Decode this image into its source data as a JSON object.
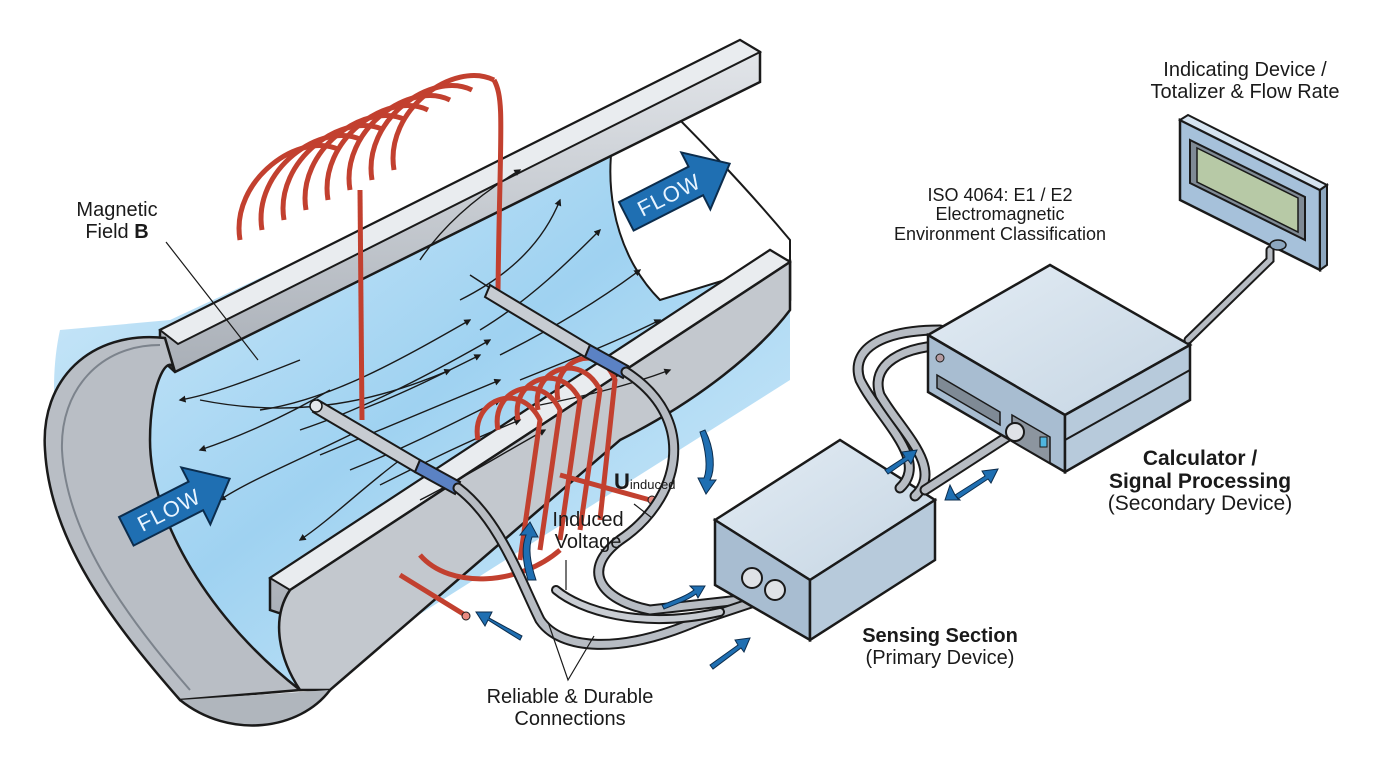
{
  "title": "Electromagnetic Flow Meter Schematic",
  "colors": {
    "pipe_metal": "#c9cdd3",
    "pipe_shadow": "#9ea4ac",
    "water": "#a8d8f4",
    "coil": "#d9534f",
    "arrow_blue": "#1f6fb2",
    "box_light": "#cfdce8",
    "box_dark": "#9fb6cb",
    "display_screen": "#b7c9a6",
    "outline": "#1a1a1a"
  },
  "labels": {
    "magnetic_field": {
      "line1": "Magnetic",
      "line2_prefix": "Field ",
      "line2_symbol": "B"
    },
    "flow_in": "FLOW",
    "flow_out": "FLOW",
    "u_induced": {
      "symbol": "U",
      "subscript": "induced"
    },
    "induced_voltage": {
      "line1": "Induced",
      "line2": "Voltage"
    },
    "connections": {
      "line1": "Reliable & Durable",
      "line2": "Connections"
    },
    "iso_classification": {
      "line1": "ISO 4064: E1 / E2",
      "line2": "Electromagnetic",
      "line3": "Environment Classification"
    },
    "indicating_device": {
      "line1": "Indicating Device /",
      "line2": "Totalizer & Flow Rate"
    },
    "calculator": {
      "line1": "Calculator /",
      "line2": "Signal Processing",
      "line3": "(Secondary Device)"
    },
    "sensing_section": {
      "line1": "Sensing Section",
      "line2": "(Primary Device)"
    }
  },
  "components": [
    {
      "id": "pipe",
      "name": "Flow tube (cutaway)"
    },
    {
      "id": "coil-upper",
      "name": "Upper excitation coil"
    },
    {
      "id": "coil-lower",
      "name": "Lower excitation coil"
    },
    {
      "id": "electrode-left",
      "name": "Electrode"
    },
    {
      "id": "electrode-right",
      "name": "Electrode"
    },
    {
      "id": "sensing-box",
      "name": "Sensing Section (Primary Device)"
    },
    {
      "id": "calculator-box",
      "name": "Calculator / Signal Processing (Secondary Device)"
    },
    {
      "id": "display",
      "name": "Indicating Device / Totalizer & Flow Rate"
    }
  ]
}
